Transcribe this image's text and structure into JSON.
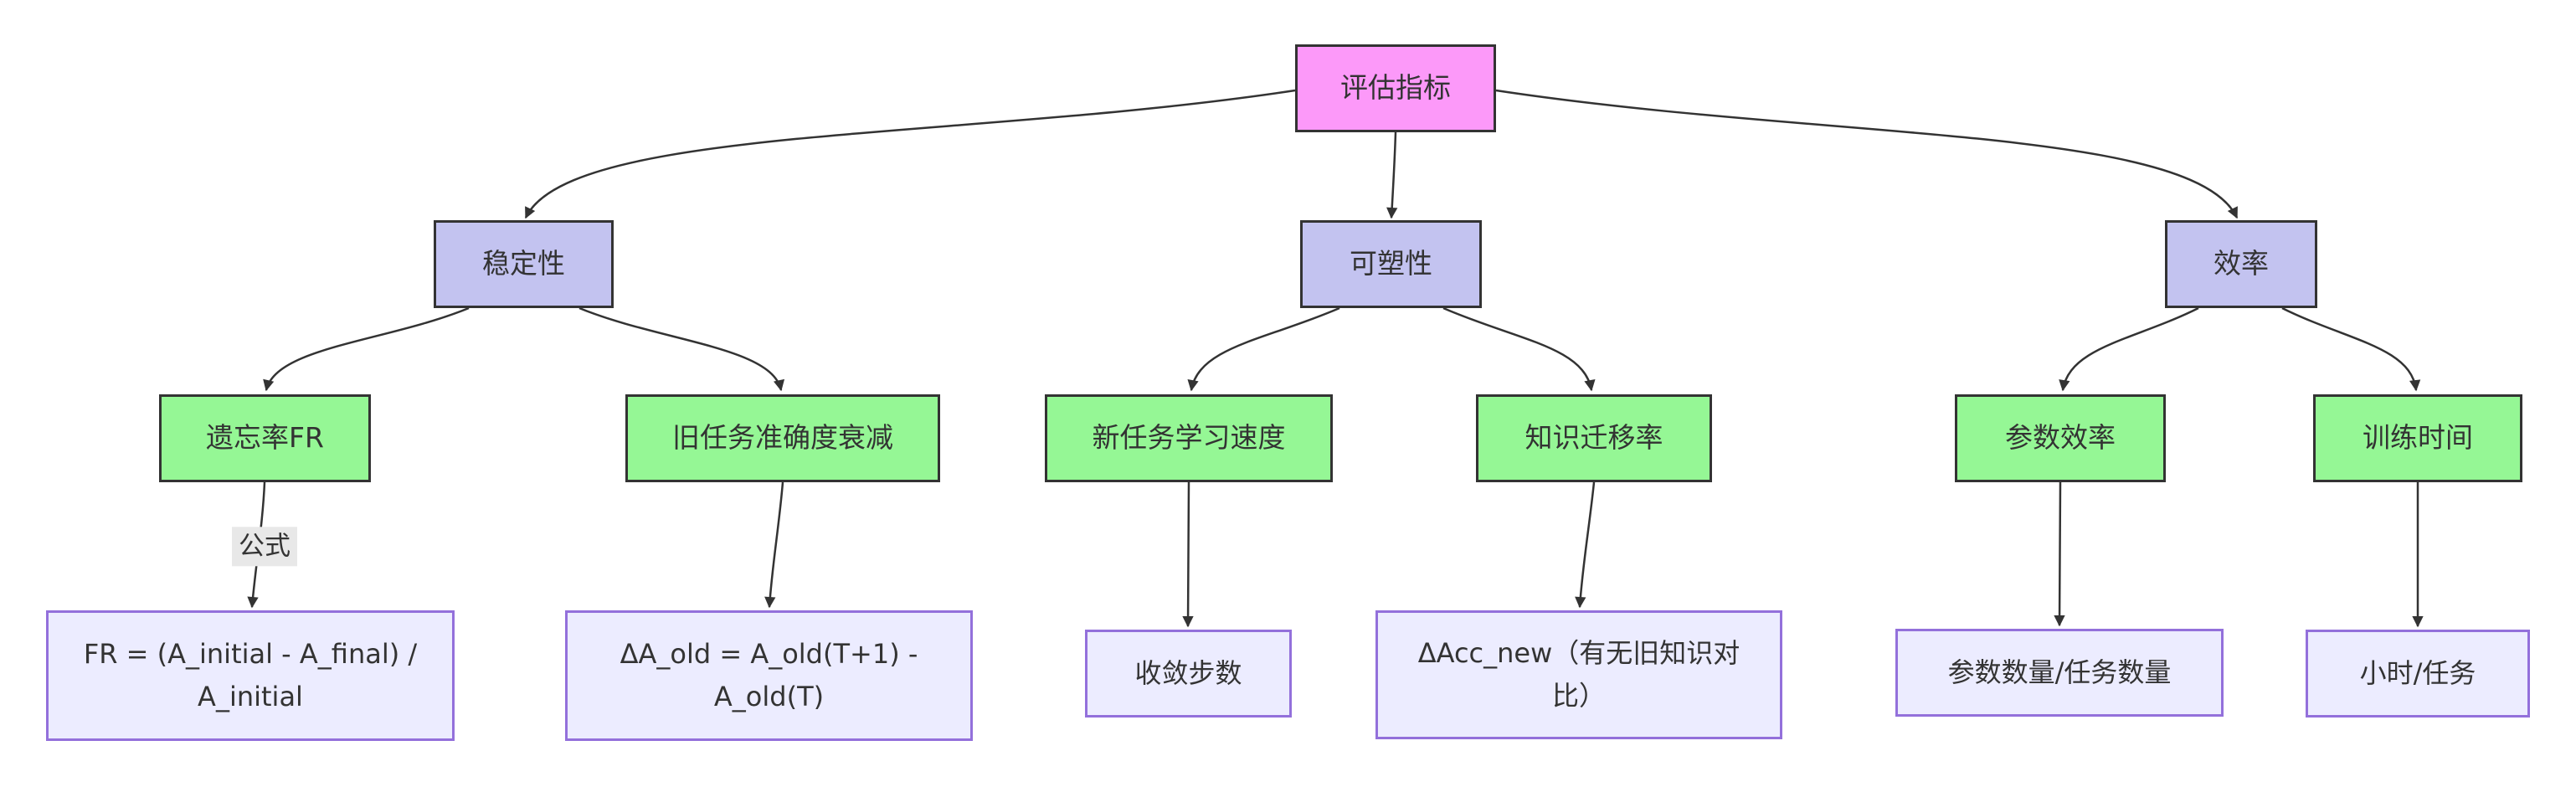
{
  "diagram": {
    "type": "flowchart",
    "direction": "top-down",
    "background": "#ffffff"
  },
  "nodes": {
    "root": {
      "label": "评估指标"
    },
    "stability": {
      "label": "稳定性"
    },
    "plasticity": {
      "label": "可塑性"
    },
    "efficiency": {
      "label": "效率"
    },
    "forgetting_rate": {
      "label": "遗忘率FR"
    },
    "old_task_decay": {
      "label": "旧任务准确度衰减"
    },
    "new_task_speed": {
      "label": "新任务学习速度"
    },
    "knowledge_transfer": {
      "label": "知识迁移率"
    },
    "param_efficiency": {
      "label": "参数效率"
    },
    "training_time": {
      "label": "训练时间"
    },
    "fr_formula": {
      "label": "FR = (A_initial - A_final) / A_initial"
    },
    "old_decay_formula": {
      "label": "ΔA_old = A_old(T+1) - A_old(T)"
    },
    "convergence_steps": {
      "label": "收敛步数"
    },
    "transfer_formula": {
      "label": "ΔAcc_new（有无旧知识对比）"
    },
    "param_metric": {
      "label": "参数数量/任务数量"
    },
    "time_metric": {
      "label": "小时/任务"
    }
  },
  "edges": {
    "formula_label": "公式",
    "connections": [
      {
        "from": "评估指标",
        "to": "稳定性"
      },
      {
        "from": "评估指标",
        "to": "可塑性"
      },
      {
        "from": "评估指标",
        "to": "效率"
      },
      {
        "from": "稳定性",
        "to": "遗忘率FR"
      },
      {
        "from": "稳定性",
        "to": "旧任务准确度衰减"
      },
      {
        "from": "可塑性",
        "to": "新任务学习速度"
      },
      {
        "from": "可塑性",
        "to": "知识迁移率"
      },
      {
        "from": "效率",
        "to": "参数效率"
      },
      {
        "from": "效率",
        "to": "训练时间"
      },
      {
        "from": "遗忘率FR",
        "to": "FR = (A_initial - A_final) / A_initial",
        "label": "公式"
      },
      {
        "from": "旧任务准确度衰减",
        "to": "ΔA_old = A_old(T+1) - A_old(T)"
      },
      {
        "from": "新任务学习速度",
        "to": "收敛步数"
      },
      {
        "from": "知识迁移率",
        "to": "ΔAcc_new（有无旧知识对比）"
      },
      {
        "from": "参数效率",
        "to": "参数数量/任务数量"
      },
      {
        "from": "训练时间",
        "to": "小时/任务"
      }
    ]
  },
  "colors": {
    "root_fill": "#fc99f9",
    "branch_fill": "#c3c3f0",
    "metric_fill": "#95f795",
    "detail_fill": "#ececff",
    "detail_border": "#9370db",
    "dark_border": "#333333",
    "edge_stroke": "#333333",
    "text": "#333333",
    "edge_label_bg": "#e8e8e8"
  }
}
